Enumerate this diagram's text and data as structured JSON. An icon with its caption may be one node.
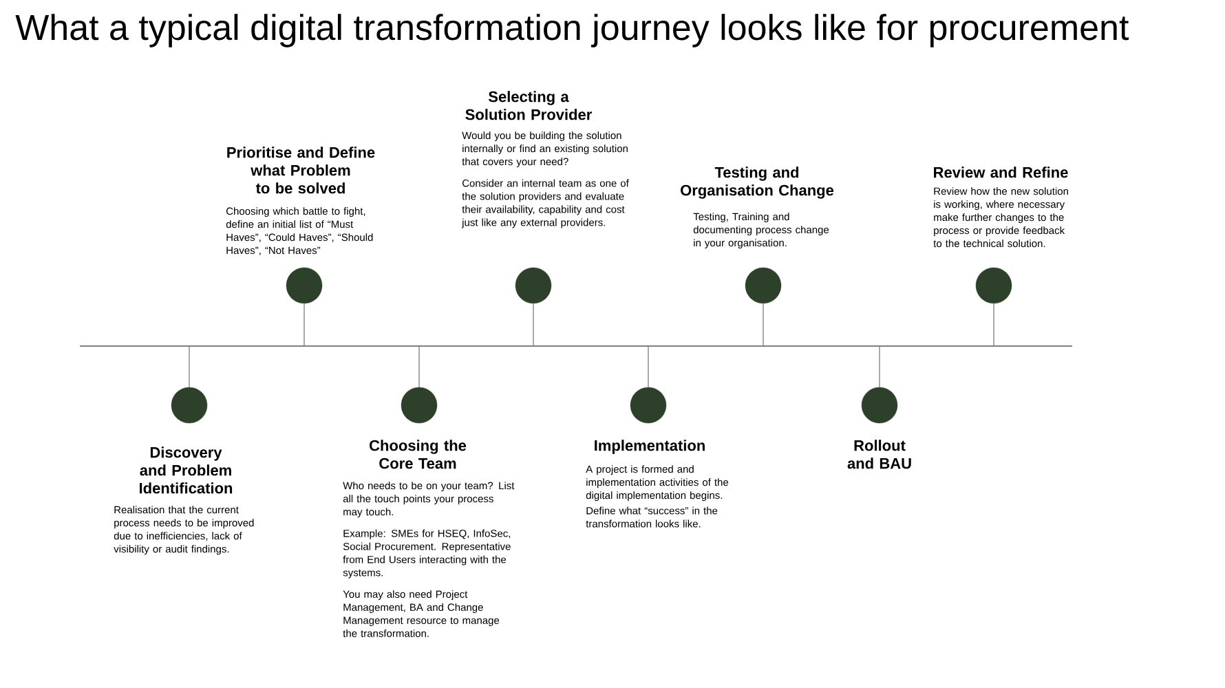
{
  "diagram": {
    "title": "What a typical digital transformation journey looks like for procurement",
    "nodes": [
      {
        "text": [],
        "shape": "circle",
        "beside": [
          "Discovery and Problem Identification",
          "Realisation that the current process needs to be improved due to inefficiencies, lack of visibility or audit findings."
        ]
      },
      {
        "text": [],
        "shape": "circle",
        "beside": [
          "Prioritise and Define what Problem to be solved",
          "Choosing which battle to fight, define an initial list of “Must Haves”, “Could Haves”, “Should Haves”, “Not Haves”"
        ]
      },
      {
        "text": [],
        "shape": "circle",
        "beside": [
          "Choosing the Core Team",
          "Who needs to be on your team? List all the touch points your process may touch.",
          "Example: SMEs for HSEQ, InfoSec, Social Procurement. Representative from End Users interacting with the systems.",
          "You may also need Project Management, BA and Change Management resource to manage the transformation."
        ]
      },
      {
        "text": [],
        "shape": "circle",
        "beside": [
          "Selecting a Solution Provider",
          "Would you be building the solution internally or find an existing solution that covers your need?",
          "Consider an internal team as one of the solution providers and evaluate their availability, capability and cost just like any external providers."
        ]
      },
      {
        "text": [],
        "shape": "circle",
        "beside": [
          "Implementation",
          "A project is formed and implementation activities of the digital implementation begins.",
          "Define what “success” in the transformation looks like."
        ]
      },
      {
        "text": [],
        "shape": "circle",
        "beside": [
          "Testing and Organisation Change",
          "Testing, Training and documenting process change in your organisation."
        ]
      },
      {
        "text": [],
        "shape": "circle",
        "beside": [
          "Rollout and BAU"
        ]
      },
      {
        "text": [],
        "shape": "circle",
        "beside": [
          "Review and Refine",
          "Review how the new solution is working, where necessary make further changes to the process or provide feedback to the technical solution."
        ]
      },
      {
        "text": [],
        "shape": "bar"
      }
    ],
    "edges": [
      {
        "from": 0,
        "to": 8,
        "arrow": "none"
      },
      {
        "from": 1,
        "to": 8,
        "arrow": "none"
      },
      {
        "from": 2,
        "to": 8,
        "arrow": "none"
      },
      {
        "from": 3,
        "to": 8,
        "arrow": "none"
      },
      {
        "from": 4,
        "to": 8,
        "arrow": "none"
      },
      {
        "from": 5,
        "to": 8,
        "arrow": "none"
      },
      {
        "from": 6,
        "to": 8,
        "arrow": "none"
      },
      {
        "from": 7,
        "to": 8,
        "arrow": "none"
      }
    ]
  }
}
